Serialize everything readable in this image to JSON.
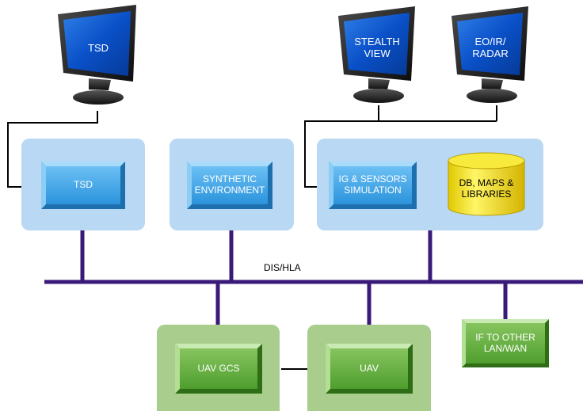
{
  "monitors": {
    "tsd": "TSD",
    "stealth": "STEALTH\nVIEW",
    "eoir": "EO/IR/\nRADAR"
  },
  "modules": {
    "tsd": "TSD",
    "synthetic": "SYNTHETIC\nENVIRONMENT",
    "ig": "IG & SENSORS\nSIMULATION",
    "db": "DB, MAPS &\nLIBRARIES"
  },
  "bus": {
    "label": "DIS/HLA"
  },
  "ground": {
    "uav_gcs": "UAV GCS",
    "uav": "UAV",
    "interface": "IF TO OTHER\nLAN/WAN"
  },
  "colors": {
    "bus_purple": "#3a1a78",
    "panel_blue": "#b8d8f4",
    "box_blue": "#3fa7e8",
    "panel_green": "#a8cd8c",
    "box_green": "#5fae3a",
    "monitor_screen": "#0a50c8",
    "db_yellow": "#f0e000"
  }
}
